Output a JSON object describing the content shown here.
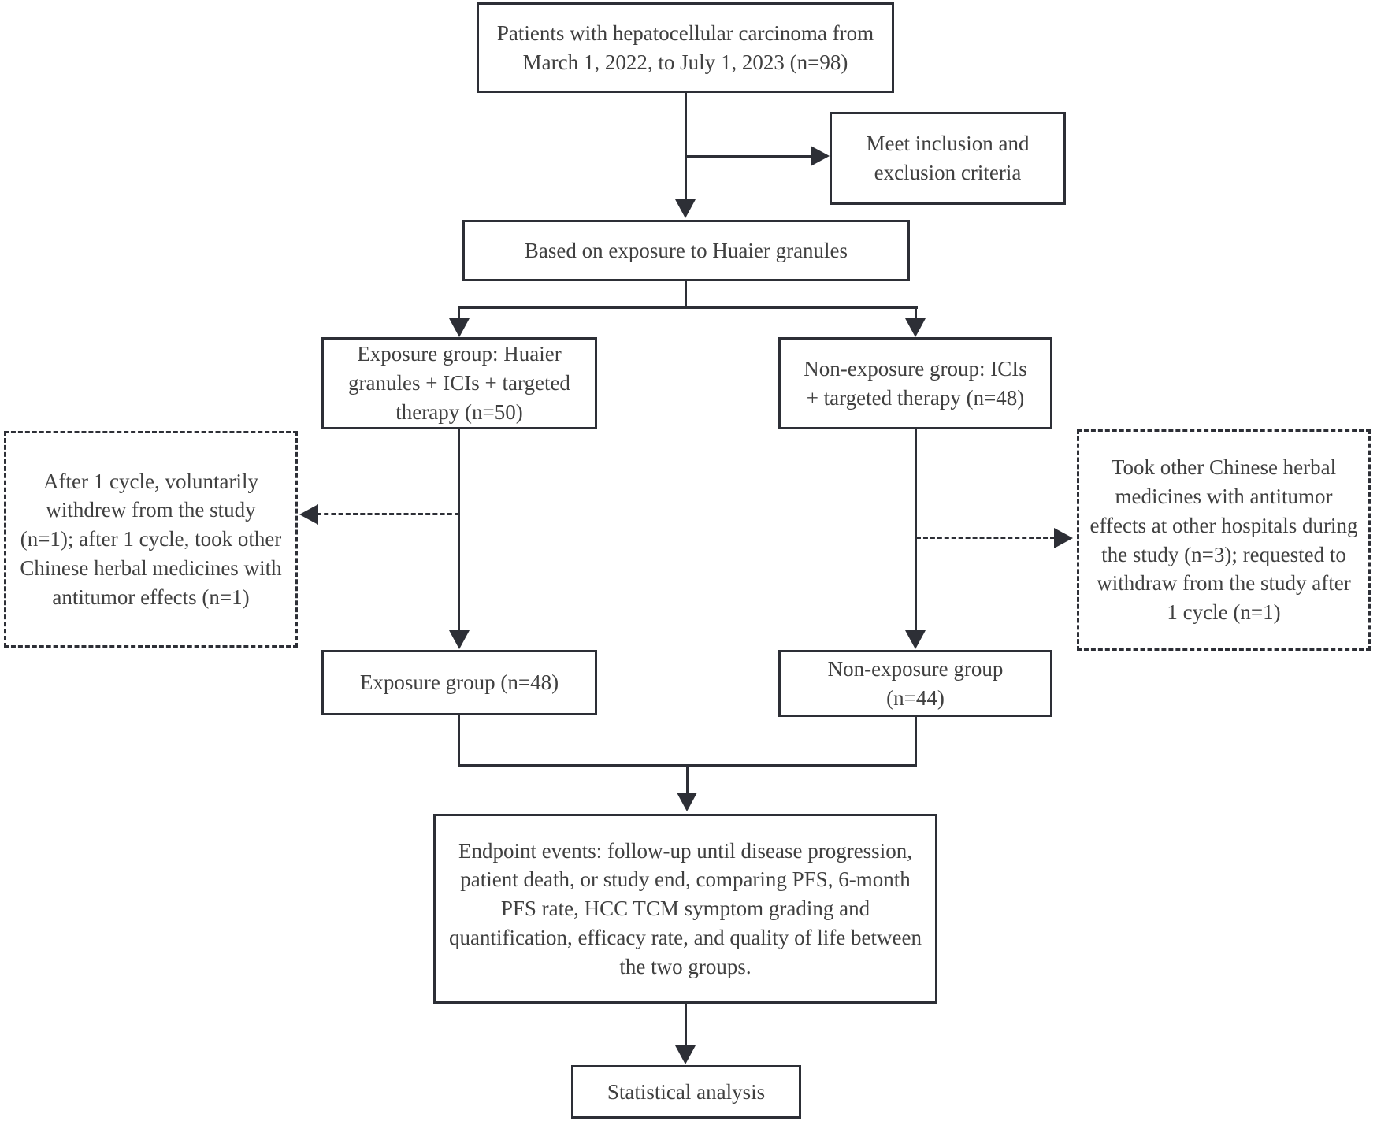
{
  "figure": {
    "type": "flowchart",
    "title": "Patient enrollment flow diagram",
    "nodes": {
      "patients": "Patients with hepatocellular carcinoma from March 1, 2022, to July 1, 2023 (n=98)",
      "criteria": "Meet inclusion and exclusion criteria",
      "basis": "Based on exposure to Huaier granules",
      "exposure_initial": "Exposure group: Huaier granules + ICIs + targeted therapy (n=50)",
      "nonexposure_initial": "Non-exposure group: ICIs + targeted therapy (n=48)",
      "dropout_left": "After 1 cycle, voluntarily withdrew from the study (n=1); after 1 cycle, took other Chinese herbal medicines with antitumor effects (n=1)",
      "dropout_right": "Took other Chinese herbal medicines with antitumor effects at other hospitals during the study (n=3); requested to withdraw from the study after 1 cycle (n=1)",
      "exposure_final": "Exposure group (n=48)",
      "nonexposure_final": "Non-exposure group (n=44)",
      "endpoint": "Endpoint events: follow-up until disease progression, patient death, or study end, comparing PFS, 6-month PFS rate, HCC TCM symptom grading and quantification, efficacy rate, and quality of life between the two groups.",
      "statistics": "Statistical analysis"
    },
    "edges": [
      {
        "from": "patients",
        "to": "basis",
        "style": "solid-arrow"
      },
      {
        "from": "patients",
        "to": "criteria",
        "style": "solid-arrow"
      },
      {
        "from": "basis",
        "to": "exposure_initial",
        "style": "solid-arrow"
      },
      {
        "from": "basis",
        "to": "nonexposure_initial",
        "style": "solid-arrow"
      },
      {
        "from": "exposure_initial",
        "to": "exposure_final",
        "style": "solid-arrow"
      },
      {
        "from": "exposure_initial",
        "to": "dropout_left",
        "style": "dashed-arrow"
      },
      {
        "from": "nonexposure_initial",
        "to": "nonexposure_final",
        "style": "solid-arrow"
      },
      {
        "from": "nonexposure_initial",
        "to": "dropout_right",
        "style": "dashed-arrow"
      },
      {
        "from": "exposure_final",
        "to": "endpoint",
        "style": "solid-arrow"
      },
      {
        "from": "nonexposure_final",
        "to": "endpoint",
        "style": "solid-arrow"
      },
      {
        "from": "endpoint",
        "to": "statistics",
        "style": "solid-arrow"
      }
    ],
    "colors": {
      "line": "#2d2f36",
      "text": "#404040",
      "background": "#ffffff"
    }
  }
}
